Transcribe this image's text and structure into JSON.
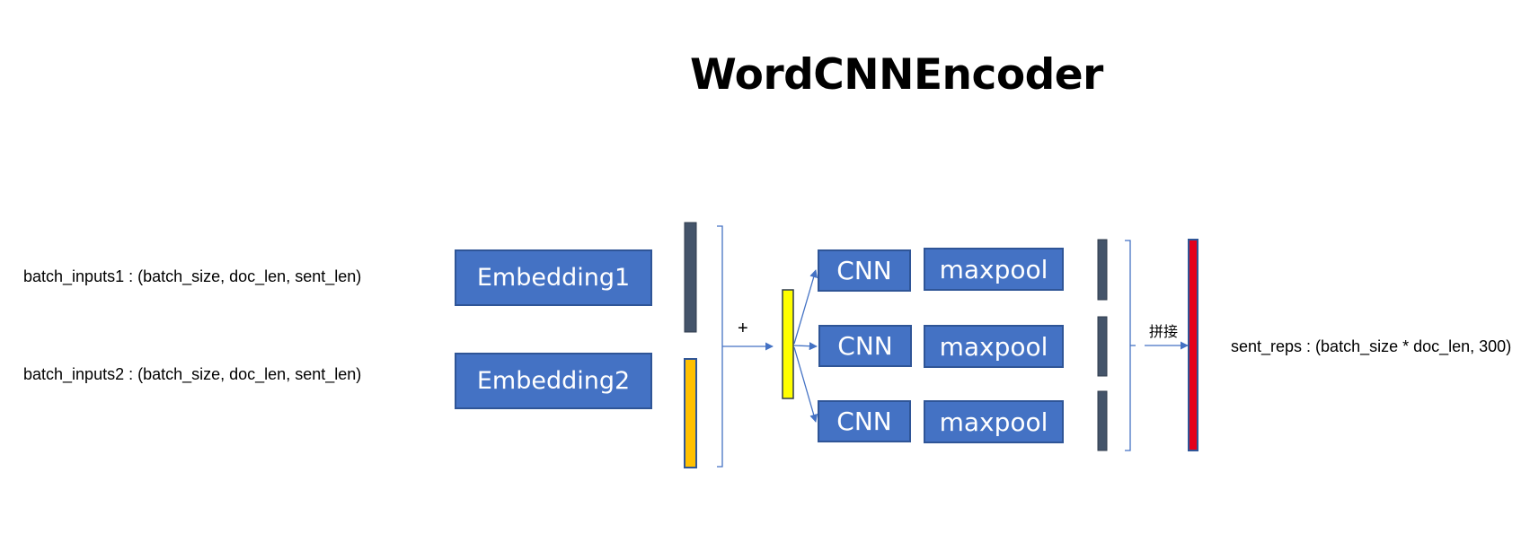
{
  "title": "WordCNNEncoder",
  "inputs": {
    "input1": "batch_inputs1 : (batch_size, doc_len, sent_len)",
    "input2": "batch_inputs2 : (batch_size, doc_len, sent_len)"
  },
  "embeddings": {
    "emb1": "Embedding1",
    "emb2": "Embedding2"
  },
  "merge": {
    "plus": "+"
  },
  "branches": [
    {
      "cnn": "CNN",
      "pool": "maxpool"
    },
    {
      "cnn": "CNN",
      "pool": "maxpool"
    },
    {
      "cnn": "CNN",
      "pool": "maxpool"
    }
  ],
  "concat_label": "拼接",
  "output": "sent_reps : (batch_size * doc_len, 300)",
  "colors": {
    "box_fill": "#4472C4",
    "box_border": "#2F5597",
    "vector_dark": "#44546A",
    "vector_orange": "#FFC000",
    "vector_yellow": "#FFFF00",
    "vector_red": "#E4001B",
    "arrow": "#4472C4"
  }
}
